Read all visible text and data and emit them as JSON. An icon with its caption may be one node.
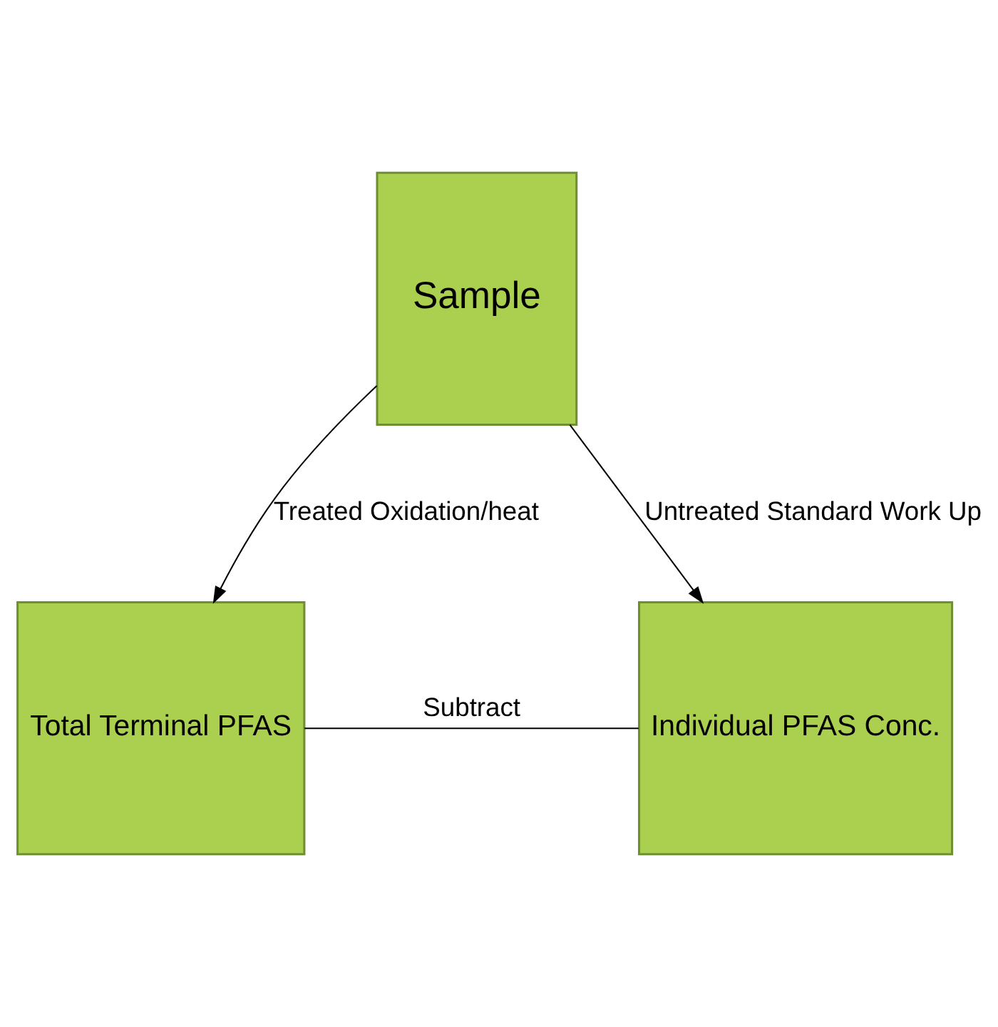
{
  "diagram": {
    "nodes": [
      {
        "text": [
          "Sample"
        ]
      },
      {
        "text": [
          "Total Terminal PFAS"
        ]
      },
      {
        "text": [
          "Individual PFAS Conc."
        ]
      }
    ],
    "edges": [
      {
        "from": 0,
        "to": 1,
        "arrow": "to",
        "label": "Treated Oxidation/heat"
      },
      {
        "from": 0,
        "to": 2,
        "arrow": "to",
        "label": "Untreated Standard Work Up"
      },
      {
        "from": 1,
        "to": 2,
        "arrow": "none",
        "label": "Subtract"
      }
    ]
  }
}
